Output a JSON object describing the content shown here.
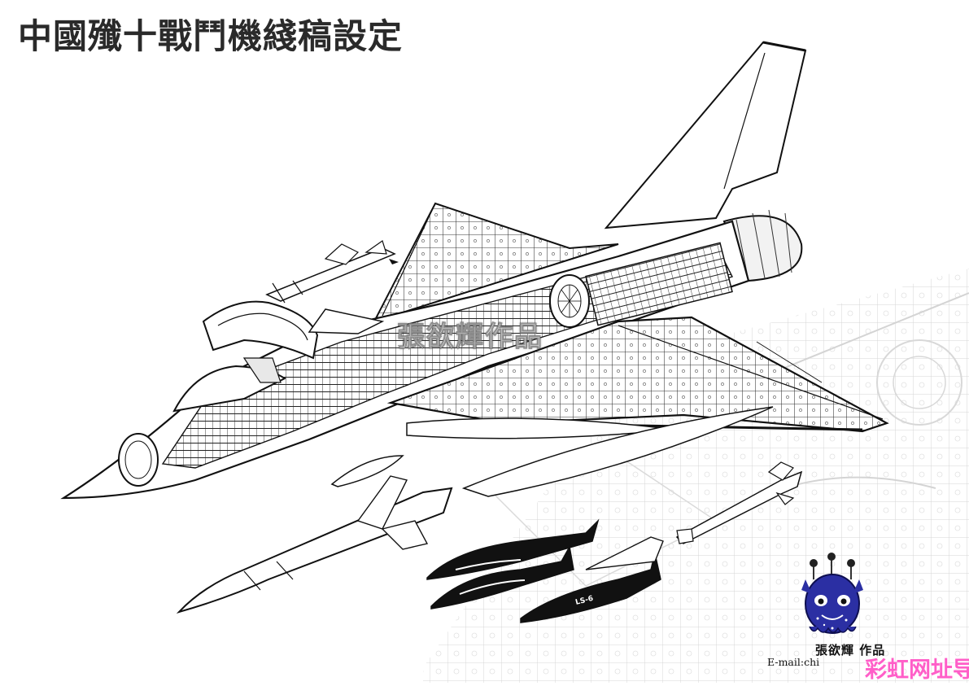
{
  "title": "中國殲十戰鬥機綫稿設定",
  "watermark_center": "張欲輝作品",
  "signature": {
    "author": "張欲輝 作品",
    "email": "E-mail:chi"
  },
  "site_watermark": "彩虹网址导航",
  "missile_marking": "LS-6"
}
